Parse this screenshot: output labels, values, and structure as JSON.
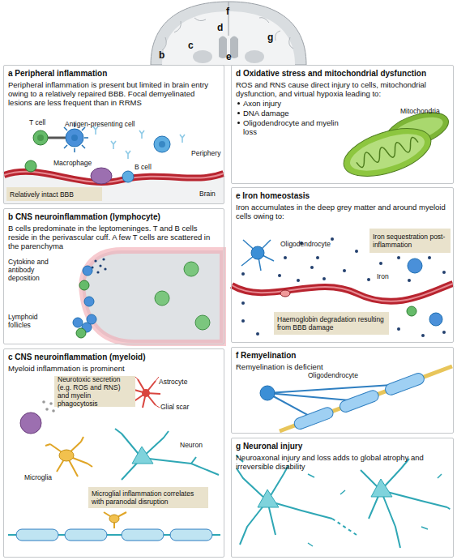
{
  "diagram": {
    "nodes": [
      {
        "text": [
          "a Peripheral inflammation",
          "Peripheral inflammation is present but limited in brain entry owing to a relatively repaired BBB. Focal demyelinated lesions are less frequent than in RRMS"
        ]
      },
      {
        "text": [
          "Relatively intact BBB"
        ],
        "in": 0
      },
      {
        "text": [
          "b CNS neuroinflammation (lymphocyte)",
          "B cells predominate in the leptomeninges. T and B cells reside in the perivascular cuff. A few T cells are scattered in the parenchyma"
        ]
      },
      {
        "text": [
          "c CNS neuroinflammation (myeloid)",
          "Myeloid inflammation is prominent"
        ]
      },
      {
        "text": [
          "Neurotoxic secretion (e.g. ROS and RNS) and myelin phagocytosis"
        ],
        "in": 3
      },
      {
        "text": [
          "Microglial inflammation correlates with paranodal disruption"
        ],
        "in": 3
      },
      {
        "text": [
          "d Oxidative stress and mitochondrial dysfunction",
          "ROS and RNS cause direct injury to cells, mitochondrial dysfunction, and virtual hypoxia leading to:",
          "Axon injury",
          "DNA damage",
          "Oligodendrocyte and myelin loss"
        ]
      },
      {
        "text": [
          "e Iron homeostasis",
          "Iron accumulates in the deep grey matter and around myeloid cells owing to:"
        ]
      },
      {
        "text": [
          "Iron sequestration post-inflammation"
        ],
        "in": 7
      },
      {
        "text": [
          "Haemoglobin degradation resulting from BBB damage"
        ],
        "in": 7
      },
      {
        "text": [
          "f Remyelination",
          "Remyelination is deficient"
        ]
      },
      {
        "text": [
          "g Neuronal injury",
          "Neuroaxonal injury and loss adds to global atrophy and irreversible disability"
        ]
      }
    ],
    "labels": [
      "f",
      "d",
      "c",
      "g",
      "b",
      "e",
      "T cell",
      "Antigen-presenting cell",
      "Periphery",
      "Macrophage",
      "B cell",
      "Brain",
      "Cytokine and antibody deposition",
      "Lymphoid follicles",
      "Astrocyte",
      "Glial scar",
      "Microglia",
      "Neuron",
      "Mitochondria",
      "Oligodendrocyte",
      "Iron",
      "Oligodendrocyte"
    ]
  }
}
